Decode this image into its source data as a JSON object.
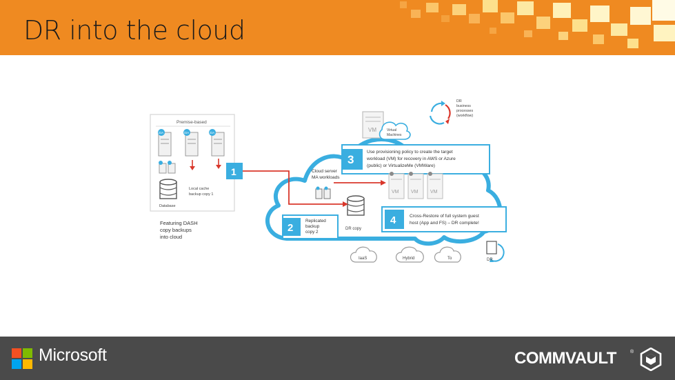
{
  "slide": {
    "title": "DR into the cloud"
  },
  "diagram": {
    "onprem": {
      "title": "Premise-based",
      "agents": [
        "iDA",
        "iDA",
        "iDA"
      ],
      "local_cache_label": [
        "Local cache",
        "backup copy 1"
      ],
      "database_label": "Database",
      "caption": [
        "Featuring DASH",
        "copy backups",
        "into cloud"
      ]
    },
    "steps": {
      "step1": {
        "number": "1"
      },
      "step2": {
        "number": "2",
        "label": [
          "Replicated",
          "backup",
          "copy 2"
        ]
      },
      "step3": {
        "number": "3",
        "label": [
          "Use provisioning policy to create the target",
          "workload (VM) for recovery in AWS or Azure",
          "(public) or VirtualizeMe (VMWare)"
        ]
      },
      "step4": {
        "number": "4",
        "label": [
          "Cross-Restore of full system guest",
          "host (App and FS) – DR complete!"
        ]
      }
    },
    "cloud_server_label": [
      "Cloud server",
      "MA workloads"
    ],
    "dr_copy_label": "DR copy",
    "vm_label": "VM",
    "virtual_machines_label": [
      "Virtual",
      "Machines"
    ],
    "dr_business_label": [
      "DR",
      "business",
      "processes",
      "(workflow)"
    ],
    "cloud_types": [
      "IaaS",
      "Hybrid",
      "To"
    ],
    "dr_doc_label": "DR",
    "colors": {
      "accent": "#3aaee0",
      "arrow": "#d9372b",
      "header": "#ef8a21",
      "footer": "#4a4a4a"
    }
  },
  "footer": {
    "microsoft": "Microsoft",
    "commvault": "COMMVAULT",
    "registered": "®"
  }
}
